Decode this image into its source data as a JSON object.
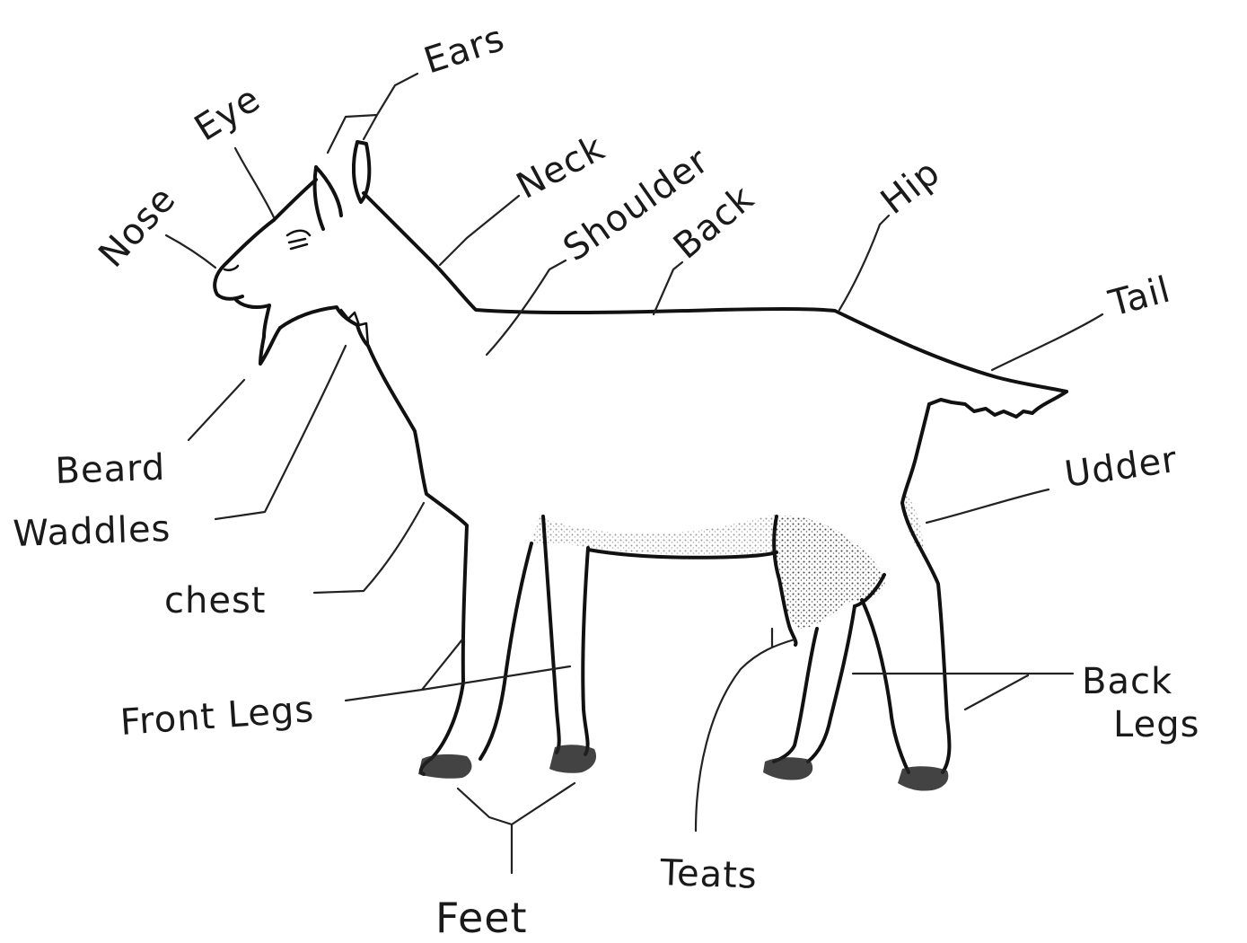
{
  "labels": {
    "ears": "Ears",
    "eye": "Eye",
    "nose": "Nose",
    "neck": "Neck",
    "shoulder": "Shoulder",
    "back": "Back",
    "hip": "Hip",
    "tail": "Tail",
    "beard": "Beard",
    "waddles": "Waddles",
    "chest": "chest",
    "udder": "Udder",
    "front_legs": "Front Legs",
    "back_legs_line1": "Back",
    "back_legs_line2": "Legs",
    "teats": "Teats",
    "feet": "Feet"
  },
  "colors": {
    "ink": "#111111",
    "paper": "#ffffff",
    "shading": "#555555"
  }
}
